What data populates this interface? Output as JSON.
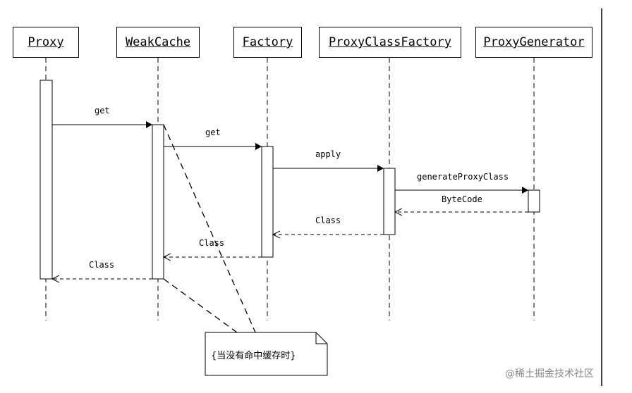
{
  "diagram": {
    "participants": [
      {
        "id": "proxy",
        "label": "Proxy"
      },
      {
        "id": "weakcache",
        "label": "WeakCache"
      },
      {
        "id": "factory",
        "label": "Factory"
      },
      {
        "id": "proxyclassfactory",
        "label": "ProxyClassFactory"
      },
      {
        "id": "proxygenerator",
        "label": "ProxyGenerator"
      }
    ],
    "messages": [
      {
        "id": "m1",
        "label": "get",
        "from": "proxy",
        "to": "weakcache",
        "style": "solid"
      },
      {
        "id": "m2",
        "label": "get",
        "from": "weakcache",
        "to": "factory",
        "style": "solid"
      },
      {
        "id": "m3",
        "label": "apply",
        "from": "factory",
        "to": "proxyclassfactory",
        "style": "solid"
      },
      {
        "id": "m4",
        "label": "generateProxyClass",
        "from": "proxyclassfactory",
        "to": "proxygenerator",
        "style": "solid"
      },
      {
        "id": "m5",
        "label": "ByteCode",
        "from": "proxygenerator",
        "to": "proxyclassfactory",
        "style": "dashed"
      },
      {
        "id": "m6",
        "label": "Class",
        "from": "proxyclassfactory",
        "to": "factory",
        "style": "dashed"
      },
      {
        "id": "m7",
        "label": "Class",
        "from": "factory",
        "to": "weakcache",
        "style": "dashed"
      },
      {
        "id": "m8",
        "label": "Class",
        "from": "weakcache",
        "to": "proxy",
        "style": "dashed"
      }
    ],
    "note": {
      "text": "{当没有命中缓存时}",
      "attached_to": "weakcache"
    }
  },
  "watermark": {
    "text": "@稀土掘金技术社区"
  },
  "colors": {
    "line": "#000000",
    "background": "#ffffff",
    "watermark": "#8a8a8a"
  }
}
